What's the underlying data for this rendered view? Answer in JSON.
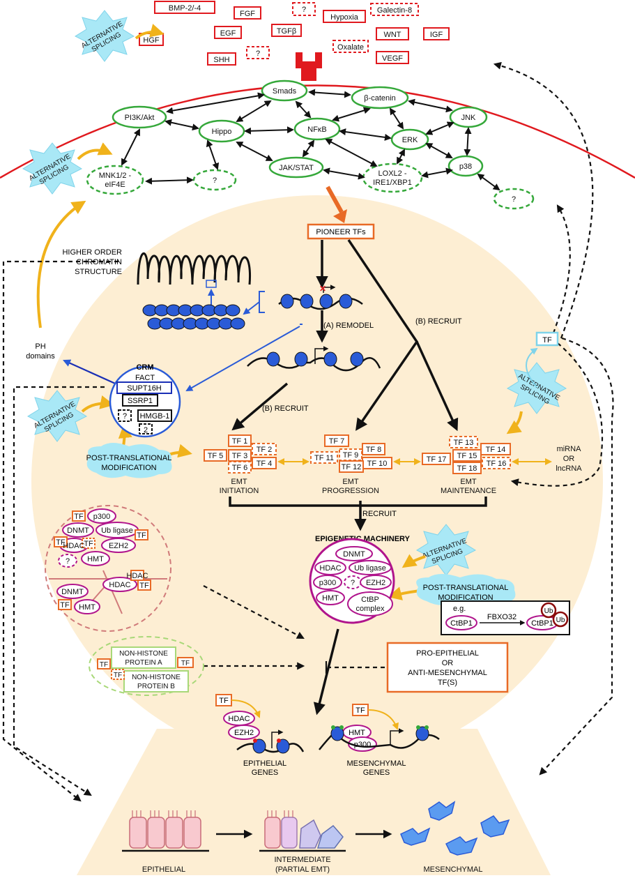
{
  "ligands": {
    "bmp": "BMP-2/-4",
    "fgf": "FGF",
    "q1": "?",
    "hypoxia": "Hypoxia",
    "galectin": "Galectin-8",
    "hgf": "HGF",
    "egf": "EGF",
    "tgfb": "TGFβ",
    "wnt": "WNT",
    "igf": "IGF",
    "shh": "SHH",
    "q2": "?",
    "oxalate": "Oxalate",
    "vegf": "VEGF"
  },
  "signaling": {
    "smads": "Smads",
    "bcatenin": "β-catenin",
    "pi3k": "PI3K/Akt",
    "hippo": "Hippo",
    "nfkb": "NFκB",
    "erk": "ERK",
    "jnk": "JNK",
    "mnk1": "MNK1/2 -",
    "mnk2": "eIF4E",
    "q3": "?",
    "jakstat": "JAK/STAT",
    "loxl1": "LOXL2 -",
    "loxl2": "IRE1/XBP1",
    "p38": "p38",
    "q4": "?"
  },
  "alt_splicing": {
    "l1": "ALTERNATIVE",
    "l2": "SPLICING"
  },
  "pioneer": "PIONEER TFs",
  "chromatin": {
    "l1": "HIGHER ORDER",
    "l2": "CHROMATIN",
    "l3": "STRUCTURE"
  },
  "remodel": "(A) REMODEL",
  "recruit_b": "(B) RECRUIT",
  "recruit": "RECRUIT",
  "ph": {
    "l1": "PH",
    "l2": "domains"
  },
  "crm": {
    "title": "CRM",
    "fact": "FACT",
    "supt16h": "SUPT16H",
    "ssrp1": "SSRP1",
    "q": "?",
    "hmgb": "HMGB-1",
    "q2": "2"
  },
  "ptm": {
    "l1": "POST-TRANSLATIONAL",
    "l2": "MODIFICATION"
  },
  "tfs": {
    "tf1": "TF 1",
    "tf2": "TF 2",
    "tf3": "TF 3",
    "tf4": "TF 4",
    "tf5": "TF 5",
    "tf6": "TF 6",
    "tf7": "TF 7",
    "tf8": "TF 8",
    "tf9": "TF 9",
    "tf10": "TF 10",
    "tf11": "TF 11",
    "tf12": "TF 12",
    "tf13": "TF 13",
    "tf14": "TF 14",
    "tf15": "TF 15",
    "tf16": "TF 16",
    "tf17": "TF 17",
    "tf18": "TF 18"
  },
  "emt": {
    "emt": "EMT",
    "initiation": "INITIATION",
    "progression": "PROGRESSION",
    "maintenance": "MAINTENANCE"
  },
  "mirna": {
    "l1": "miRNA",
    "l2": "OR",
    "l3": "lncRNA"
  },
  "tf": "TF",
  "epigenetic": {
    "title": "EPIGENETIC MACHINERY"
  },
  "enzymes": {
    "dnmt": "DNMT",
    "hdac": "HDAC",
    "ub": "Ub ligase",
    "p300": "p300",
    "q": "?",
    "ezh2": "EZH2",
    "hmt": "HMT",
    "ctbp1": "CtBP",
    "ctbp2": "complex"
  },
  "eg": "e.g.",
  "ctbp": "CtBP1",
  "fbxo": "FBXO32",
  "ubtag": "Ub",
  "nonhistone": {
    "a1": "NON-HISTONE",
    "a2": "PROTEIN A",
    "b1": "NON-HISTONE",
    "b2": "PROTEIN B"
  },
  "pro_epi": {
    "l1": "PRO-EPITHELIAL",
    "l2": "OR",
    "l3": "ANTI-MESENCHYMAL",
    "l4": "TF(S)"
  },
  "genes": {
    "epi1": "EPITHELIAL",
    "epi2": "GENES",
    "mes1": "MESENCHYMAL",
    "mes2": "GENES"
  },
  "stages": {
    "epi": "EPITHELIAL",
    "int1": "INTERMEDIATE",
    "int2": "(PARTIAL EMT)",
    "mes": "MESENCHYMAL"
  },
  "colors": {
    "red": "#e0191e",
    "green": "#35a83a",
    "orange": "#e86a26",
    "magenta": "#b0148c",
    "blue": "#2a5bd7",
    "gold": "#f0b21b",
    "cyan": "#a9e8f6",
    "beige": "#fdeed3"
  }
}
